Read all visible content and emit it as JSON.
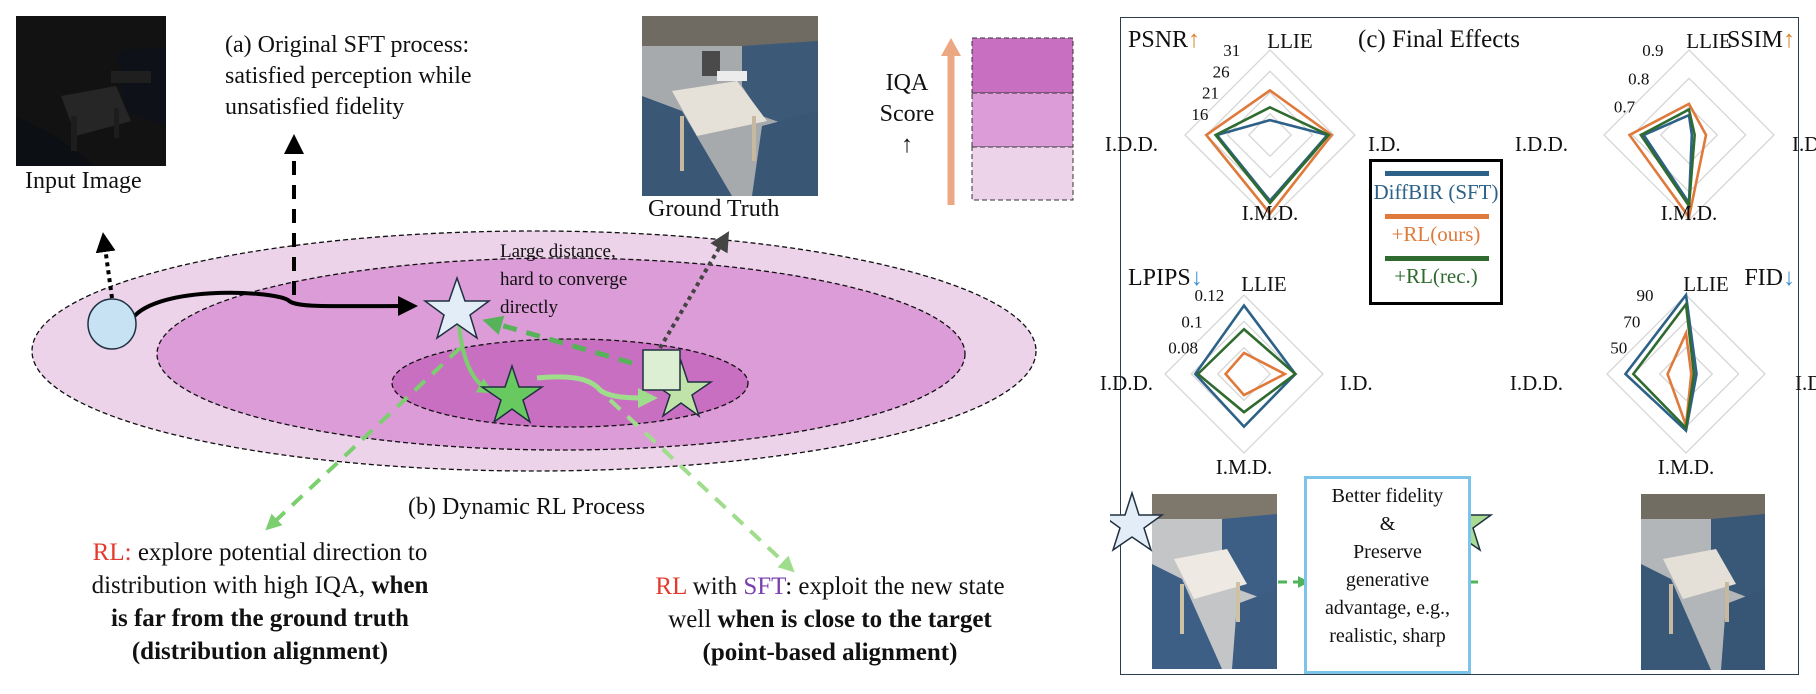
{
  "left": {
    "input_image_label": "Input Image",
    "ground_truth_label": "Ground Truth",
    "sft_caption": [
      "(a) Original SFT process:",
      "satisfied perception while",
      "unsatisfied fidelity"
    ],
    "iqa_label": [
      "IQA",
      "Score",
      "↑"
    ],
    "iqa_bands": [
      "#c96fc2",
      "#dc9cd8",
      "#ecd3ea"
    ],
    "distance_note": [
      "Large distance,",
      "hard to converge",
      "directly"
    ],
    "rl_process_title": "(b) Dynamic RL Process",
    "rl_note": {
      "rl_prefix": "RL:",
      "line1_rest": " explore potential direction to",
      "line2_plain": "distribution with high IQA, ",
      "line2_bold": "when",
      "line3": "is far from the ground truth",
      "line4": "(distribution alignment)"
    },
    "rl_sft_note": {
      "rl_prefix": "RL",
      "with_text": " with ",
      "sft_word": "SFT",
      "line1_rest": ":  exploit the new state",
      "line2_plain": "well ",
      "line2_bold": "when is close to the target",
      "line3": "(point-based alignment)"
    }
  },
  "right": {
    "title": "(c) Final Effects",
    "legend": [
      {
        "label": "DiffBIR (SFT)",
        "color": "#2d6188"
      },
      {
        "label": "+RL(ours)",
        "color": "#e07a3c"
      },
      {
        "label": "+RL(rec.)",
        "color": "#2f6b2f"
      }
    ],
    "benefit_box": [
      "Better fidelity",
      "&",
      "Preserve",
      "generative",
      "advantage, e.g.,",
      "realistic, sharp"
    ]
  },
  "chart_data": [
    {
      "type": "radar",
      "title": "PSNR↑",
      "axes": [
        "LLIE",
        "I.D.",
        "I.M.D.",
        "I.D.D."
      ],
      "ticks": [
        "16",
        "21",
        "26",
        "31"
      ],
      "range": [
        11,
        31
      ],
      "series": [
        {
          "name": "DiffBIR (SFT)",
          "values": [
            14.5,
            24.5,
            26.5,
            23.5
          ]
        },
        {
          "name": "+RL(ours)",
          "values": [
            21.5,
            25.5,
            29.5,
            26.0
          ]
        },
        {
          "name": "+RL(rec.)",
          "values": [
            17.5,
            24.8,
            27.0,
            23.8
          ]
        }
      ]
    },
    {
      "type": "radar",
      "title": "SSIM↑",
      "axes": [
        "LLIE",
        "I.D.",
        "I.M.D.",
        "I.D.D."
      ],
      "ticks": [
        "0.7",
        "0.8",
        "0.9"
      ],
      "range": [
        0.6,
        0.9
      ],
      "series": [
        {
          "name": "DiffBIR (SFT)",
          "values": [
            0.67,
            0.61,
            0.84,
            0.76
          ]
        },
        {
          "name": "+RL(ours)",
          "values": [
            0.71,
            0.66,
            0.89,
            0.81
          ]
        },
        {
          "name": "+RL(rec.)",
          "values": [
            0.69,
            0.62,
            0.85,
            0.77
          ]
        }
      ]
    },
    {
      "type": "radar",
      "title": "LPIPS↓",
      "axes": [
        "LLIE",
        "I.D.",
        "I.M.D.",
        "I.D.D."
      ],
      "ticks": [
        "0.08",
        "0.1",
        "0.12"
      ],
      "range": [
        0.06,
        0.12
      ],
      "series": [
        {
          "name": "DiffBIR (SFT)",
          "values": [
            0.112,
            0.099,
            0.1,
            0.097
          ]
        },
        {
          "name": "+RL(ours)",
          "values": [
            0.076,
            0.091,
            0.076,
            0.074
          ]
        },
        {
          "name": "+RL(rec.)",
          "values": [
            0.094,
            0.099,
            0.089,
            0.095
          ]
        }
      ]
    },
    {
      "type": "radar",
      "title": "FID↓",
      "axes": [
        "LLIE",
        "I.D.",
        "I.M.D.",
        "I.D.D."
      ],
      "ticks": [
        "50",
        "70",
        "90"
      ],
      "range": [
        30,
        90
      ],
      "series": [
        {
          "name": "DiffBIR (SFT)",
          "values": [
            90,
            38,
            73,
            76
          ]
        },
        {
          "name": "+RL(ours)",
          "values": [
            61,
            34,
            69,
            44
          ]
        },
        {
          "name": "+RL(rec.)",
          "values": [
            83,
            36,
            71,
            70
          ]
        }
      ]
    }
  ]
}
